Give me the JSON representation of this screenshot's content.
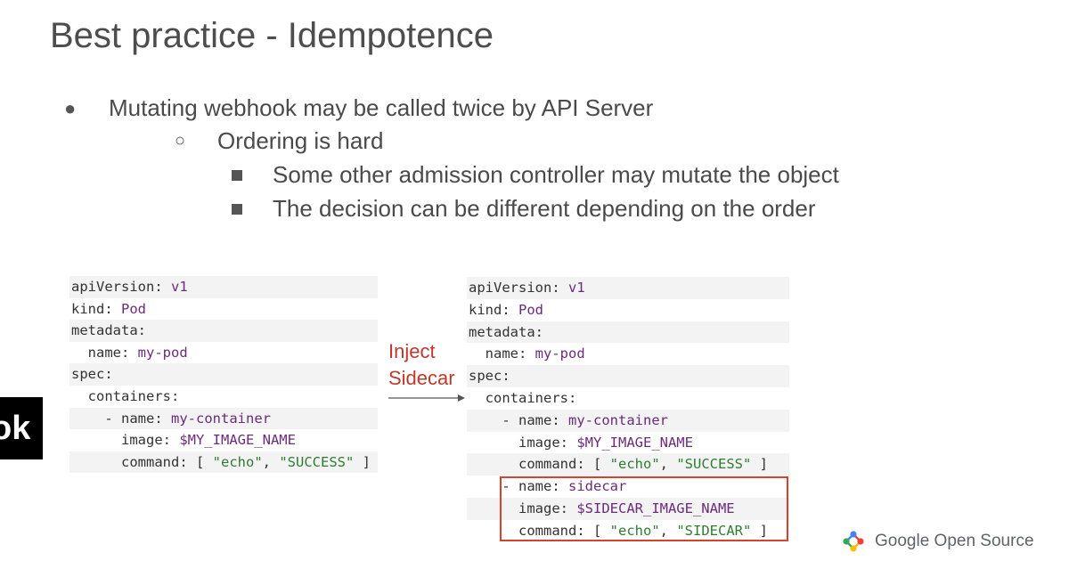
{
  "slide": {
    "title": "Best practice - Idempotence",
    "bullets": [
      {
        "glyph": "●",
        "text": "Mutating webhook may be called twice by API Server"
      },
      {
        "glyph": "○",
        "text": "Ordering is hard"
      },
      {
        "glyph": "■",
        "text": "Some other admission controller may mutate the object"
      },
      {
        "glyph": "■",
        "text": "The decision can be different depending on the order"
      }
    ],
    "arrow_label_line1": "Inject",
    "arrow_label_line2": "Sidecar",
    "side_tab_text": "ok",
    "footer_brand": "Google Open Source"
  },
  "colors": {
    "highlight_border": "#d9412b",
    "arrow_label": "#c0392b",
    "code_value": "#6b2b7b",
    "code_string": "#2e7d32"
  },
  "icons": [
    "google-open-source-logo-icon",
    "arrow-right-icon"
  ],
  "code_left": {
    "lines": [
      {
        "key": "apiVersion",
        "sep": ": ",
        "val": "v1"
      },
      {
        "key": "kind",
        "sep": ": ",
        "val": "Pod"
      },
      {
        "key": "metadata",
        "sep": ":",
        "val": ""
      },
      {
        "key": "  name",
        "sep": ": ",
        "val": "my-pod"
      },
      {
        "key": "spec",
        "sep": ":",
        "val": ""
      },
      {
        "key": "  containers",
        "sep": ":",
        "val": ""
      },
      {
        "key": "    - name",
        "sep": ": ",
        "val": "my-container"
      },
      {
        "key": "      image",
        "sep": ": ",
        "val": "$MY_IMAGE_NAME"
      },
      {
        "key": "      command",
        "sep": ": ",
        "val": "[ \"echo\", \"SUCCESS\" ]"
      }
    ]
  },
  "code_right": {
    "lines": [
      {
        "key": "apiVersion",
        "sep": ": ",
        "val": "v1"
      },
      {
        "key": "kind",
        "sep": ": ",
        "val": "Pod"
      },
      {
        "key": "metadata",
        "sep": ":",
        "val": ""
      },
      {
        "key": "  name",
        "sep": ": ",
        "val": "my-pod"
      },
      {
        "key": "spec",
        "sep": ":",
        "val": ""
      },
      {
        "key": "  containers",
        "sep": ":",
        "val": ""
      },
      {
        "key": "    - name",
        "sep": ": ",
        "val": "my-container"
      },
      {
        "key": "      image",
        "sep": ": ",
        "val": "$MY_IMAGE_NAME"
      },
      {
        "key": "      command",
        "sep": ": ",
        "val": "[ \"echo\", \"SUCCESS\" ]"
      },
      {
        "key": "    - name",
        "sep": ": ",
        "val": "sidecar"
      },
      {
        "key": "      image",
        "sep": ": ",
        "val": "$SIDECAR_IMAGE_NAME"
      },
      {
        "key": "      command",
        "sep": ": ",
        "val": "[ \"echo\", \"SIDECAR\" ]"
      }
    ]
  }
}
